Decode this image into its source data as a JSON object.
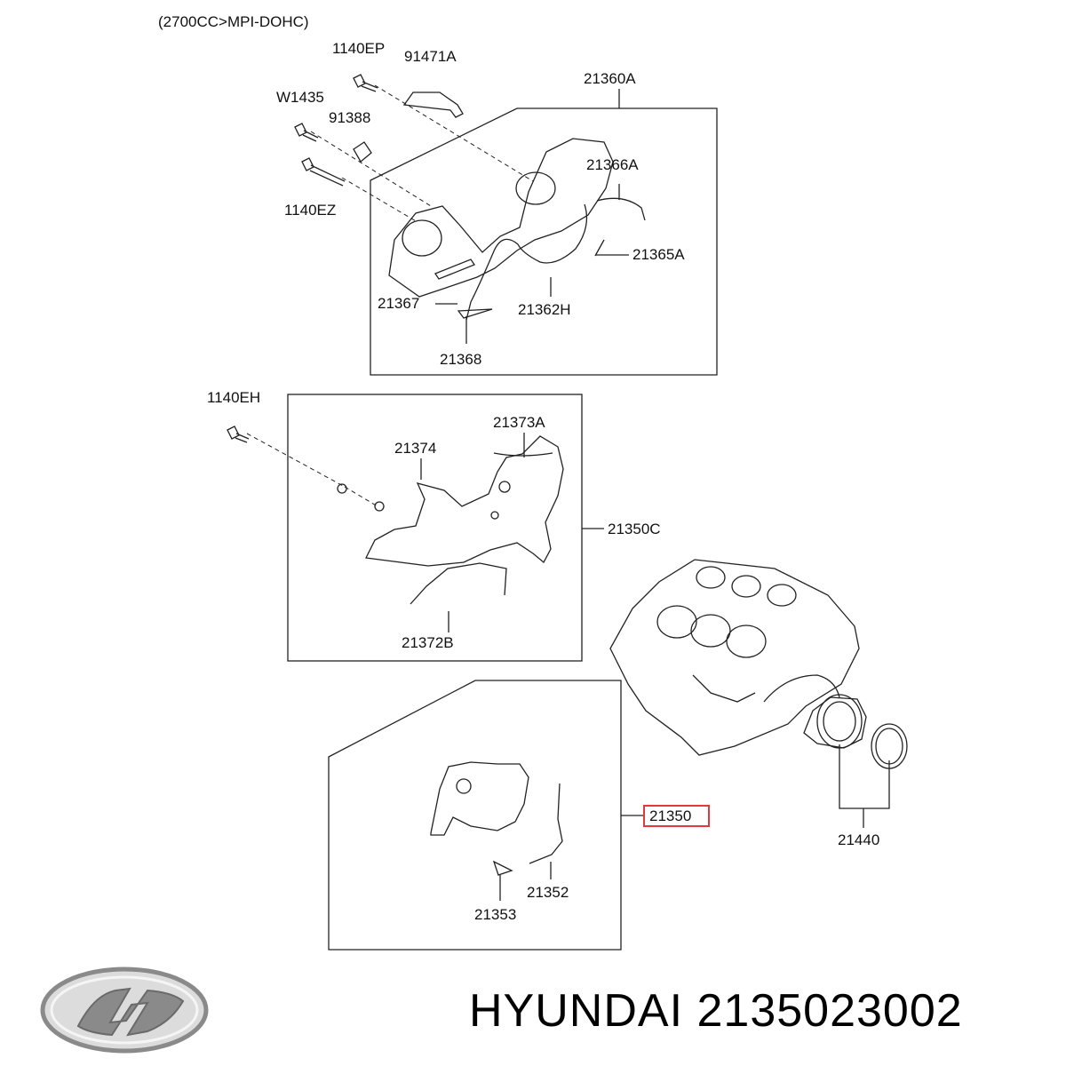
{
  "header": {
    "engine_note": "(2700CC>MPI-DOHC)"
  },
  "labels": {
    "p1140EP": "1140EP",
    "p91471A": "91471A",
    "p21360A": "21360A",
    "pW1435": "W1435",
    "p91388": "91388",
    "p1140EZ": "1140EZ",
    "p21366A": "21366A",
    "p21365A": "21365A",
    "p21367": "21367",
    "p21362H": "21362H",
    "p21368": "21368",
    "p1140EH": "1140EH",
    "p21373A": "21373A",
    "p21374": "21374",
    "p21350C": "21350C",
    "p21372B": "21372B",
    "p21350": "21350",
    "p21440": "21440",
    "p21352": "21352",
    "p21353": "21353"
  },
  "highlight": {
    "part_number": "21350",
    "color": "#e23a3a"
  },
  "footer": {
    "brand_name": "HYUNDAI 2135023002",
    "logo_icon": "hyundai-logo-icon"
  }
}
